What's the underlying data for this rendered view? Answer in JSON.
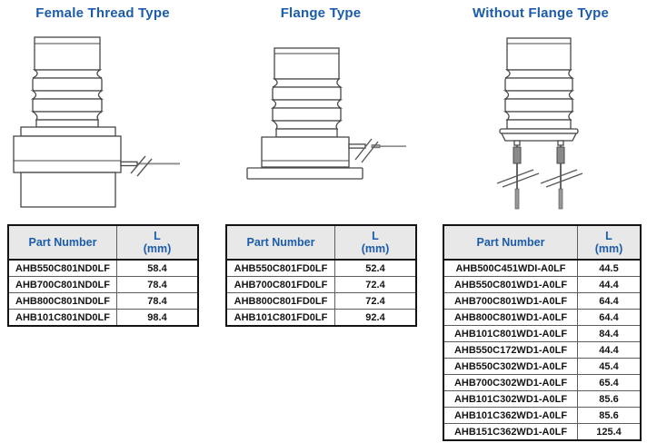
{
  "colors": {
    "accent_blue": "#1c5ca9",
    "table_header_bg": "#e8e8e8",
    "table_border": "#141414",
    "drawing_line": "#474747",
    "wire_gray": "#8f8f8f"
  },
  "sections": [
    {
      "title": "Female Thread Type",
      "diagram": "female-thread-type-drawing",
      "table": {
        "col_part": "Part Number",
        "col_l": "L",
        "col_l_unit": "(mm)",
        "rows": [
          {
            "part": "AHB550C801ND0LF",
            "l": "58.4"
          },
          {
            "part": "AHB700C801ND0LF",
            "l": "78.4"
          },
          {
            "part": "AHB800C801ND0LF",
            "l": "78.4"
          },
          {
            "part": "AHB101C801ND0LF",
            "l": "98.4"
          }
        ]
      }
    },
    {
      "title": "Flange Type",
      "diagram": "flange-type-drawing",
      "table": {
        "col_part": "Part Number",
        "col_l": "L",
        "col_l_unit": "(mm)",
        "rows": [
          {
            "part": "AHB550C801FD0LF",
            "l": "52.4"
          },
          {
            "part": "AHB700C801FD0LF",
            "l": "72.4"
          },
          {
            "part": "AHB800C801FD0LF",
            "l": "72.4"
          },
          {
            "part": "AHB101C801FD0LF",
            "l": "92.4"
          }
        ]
      }
    },
    {
      "title": "Without Flange Type",
      "diagram": "without-flange-type-drawing",
      "table": {
        "col_part": "Part Number",
        "col_l": "L",
        "col_l_unit": "(mm)",
        "rows": [
          {
            "part": "AHB500C451WDI-A0LF",
            "l": "44.5"
          },
          {
            "part": "AHB550C801WD1-A0LF",
            "l": "44.4"
          },
          {
            "part": "AHB700C801WD1-A0LF",
            "l": "64.4"
          },
          {
            "part": "AHB800C801WD1-A0LF",
            "l": "64.4"
          },
          {
            "part": "AHB101C801WD1-A0LF",
            "l": "84.4"
          },
          {
            "part": "AHB550C172WD1-A0LF",
            "l": "44.4"
          },
          {
            "part": "AHB550C302WD1-A0LF",
            "l": "45.4"
          },
          {
            "part": "AHB700C302WD1-A0LF",
            "l": "65.4"
          },
          {
            "part": "AHB101C302WD1-A0LF",
            "l": "85.6"
          },
          {
            "part": "AHB101C362WD1-A0LF",
            "l": "85.6"
          },
          {
            "part": "AHB151C362WD1-A0LF",
            "l": "125.4"
          }
        ]
      }
    }
  ]
}
